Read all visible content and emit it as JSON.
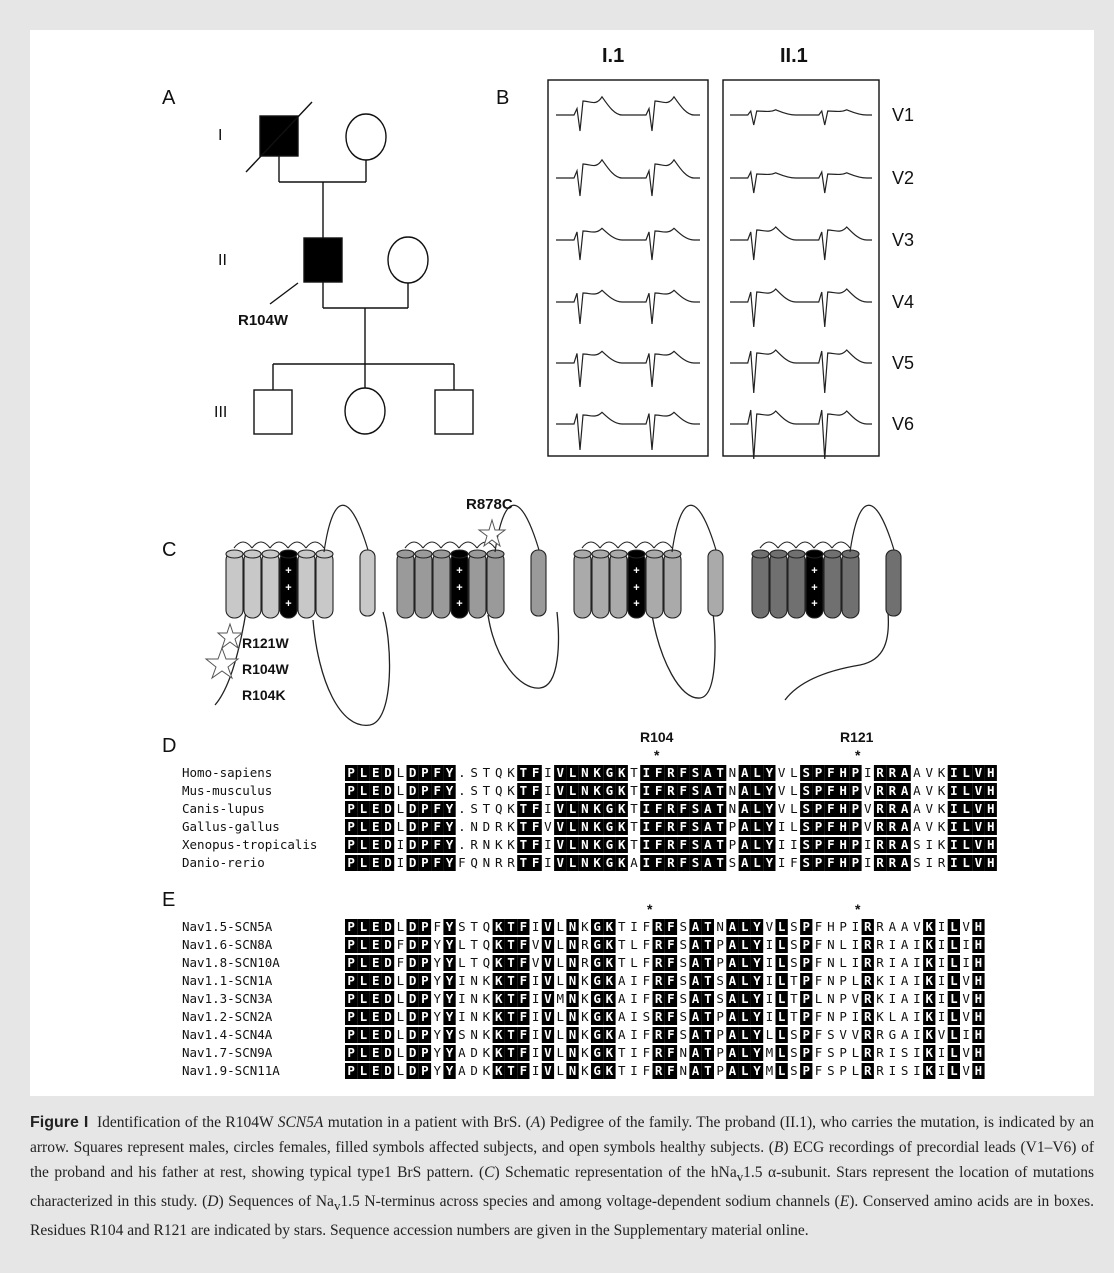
{
  "panels": {
    "a": "A",
    "b": "B",
    "c": "C",
    "d": "D",
    "e": "E"
  },
  "pedigree": {
    "gen_1": "I",
    "gen_2": "II",
    "gen_3": "III",
    "proband_mutation": "R104W"
  },
  "ecg": {
    "col_left": "I.1",
    "col_right": "II.1",
    "leads": [
      "V1",
      "V2",
      "V3",
      "V4",
      "V5",
      "V6"
    ]
  },
  "channel": {
    "top_mutation": "R878C",
    "bottom_mutations": [
      "R121W",
      "R104W",
      "R104K"
    ],
    "segment_colors": [
      "#c8c8c8",
      "#9a9a9a",
      "#aaaaaa",
      "#707070"
    ],
    "voltage_sensor_color": "#000000"
  },
  "species_alignment": {
    "markers": [
      "R104",
      "R121"
    ],
    "star": "*",
    "rows": [
      {
        "name": "Homo-sapiens",
        "seq": "PLEDLDPFY.STQKTFIVLNKGKTIFRFSATNALYVLSPFHPIRRAAVKILVH"
      },
      {
        "name": "Mus-musculus",
        "seq": "PLEDLDPFY.STQKTFIVLNKGKTIFRFSATNALYVLSPFHPVRRAAVKILVH"
      },
      {
        "name": "Canis-lupus",
        "seq": "PLEDLDPFY.STQKTFIVLNKGKTIFRFSATNALYVLSPFHPVRRAAVKILVH"
      },
      {
        "name": "Gallus-gallus",
        "seq": "PLEDLDPFY.NDRKTFVVLNKGKTIFRFSATPALYILSPFHPVRRAAVKILVH"
      },
      {
        "name": "Xenopus-tropicalis",
        "seq": "PLEDIDPFY.RNKKTFIVLNKGKTIFRFSATPALYIISPFHPIRRASIKILVH"
      },
      {
        "name": "Danio-rerio",
        "seq": "PLEDIDPFYFQNRRTFIVLNKGKAIFRFSATSALYIFSPFHPIRRASIRILVH"
      }
    ]
  },
  "isoform_alignment": {
    "star": "*",
    "rows": [
      {
        "name": "Nav1.5-SCN5A",
        "seq": "PLEDLDPFYSTQKTFIVLNKGKTIFRFSATNALYVLSPFHPIRRAAVKILVH"
      },
      {
        "name": "Nav1.6-SCN8A",
        "seq": "PLEDFDPYYLTQKTFVVLNRGKTLFRFSATPALYILSPFNLIRRIAIKILIH"
      },
      {
        "name": "Nav1.8-SCN10A",
        "seq": "PLEDFDPYYLTQKTFVVLNRGKTLFRFSATPALYILSPFNLIRRIAIKILIH"
      },
      {
        "name": "Nav1.1-SCN1A",
        "seq": "PLEDLDPYYINKKTFIVLNKGKAIFRFSATSALYILTPFNPLRKIAIKILVH"
      },
      {
        "name": "Nav1.3-SCN3A",
        "seq": "PLEDLDPYYINKKTFIVMNKGKAIFRFSATSALYILTPLNPVRKIAIKILVH"
      },
      {
        "name": "Nav1.2-SCN2A",
        "seq": "PLEDLDPYYINKKTFIVLNKGKAISRFSATPALYILTPFNPIRKLAIKILVH"
      },
      {
        "name": "Nav1.4-SCN4A",
        "seq": "PLEDLDPYYSNKKTFIVLNKGKAIFRFSATPALYLLSPFSVVRRGAIKVLIH"
      },
      {
        "name": "Nav1.7-SCN9A",
        "seq": "PLEDLDPYYADKKTFIVLNKGKTIFRFNATPALYMLSPFSPLRRISIKILVH"
      },
      {
        "name": "Nav1.9-SCN11A",
        "seq": "PLEDLDPYYADKKTFIVLNKGKTIFRFNATPALYMLSPFSPLRRISIKILVH"
      }
    ]
  },
  "caption": {
    "label": "Figure I",
    "t1": "Identification of the R104W ",
    "gene": "SCN5A",
    "t2": " mutation in a patient with BrS. (",
    "pA": "A",
    "t3": ") Pedigree of the family. The proband (II.1), who carries the mutation, is indicated by an arrow. Squares represent males, circles females, filled symbols affected subjects, and open symbols healthy subjects. (",
    "pB": "B",
    "t4": ") ECG recordings of precordial leads (V1–V6) of the proband and his father at rest, showing typical type1 BrS pattern. (",
    "pC": "C",
    "t5": ") Schematic representation of the hNa",
    "sub1": "v",
    "t6": "1.5 α-subunit. Stars represent the location of mutations characterized in this study. (",
    "pD": "D",
    "t7": ") Sequences of Na",
    "sub2": "v",
    "t8": "1.5 N-terminus across species and among voltage-dependent sodium channels (",
    "pE": "E",
    "t9": "). Conserved amino acids are in boxes. Residues R104 and R121 are indicated by stars. Sequence accession numbers are given in the Supplementary material online."
  }
}
